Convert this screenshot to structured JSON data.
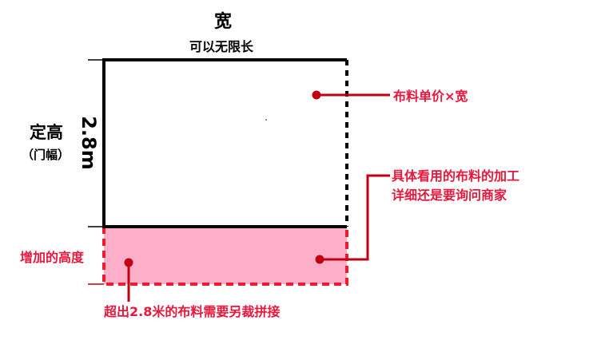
{
  "width_label": "宽",
  "width_note": "可以无限长",
  "height_label": "定高",
  "height_note": "（门幅）",
  "height_value": "2.8m",
  "extra_height_label": "增加的高度",
  "callout_price": "布料单价×宽",
  "callout_processing": [
    "具体看用的布料的加工",
    "详细还是要询问商家"
  ],
  "callout_extra": "超出2.8米的布料需要另裁拼接",
  "colors": {
    "accent_red": "#e8173c",
    "dark_red": "#c00010",
    "pink_fill": "#fdaec8",
    "black": "#000000"
  }
}
